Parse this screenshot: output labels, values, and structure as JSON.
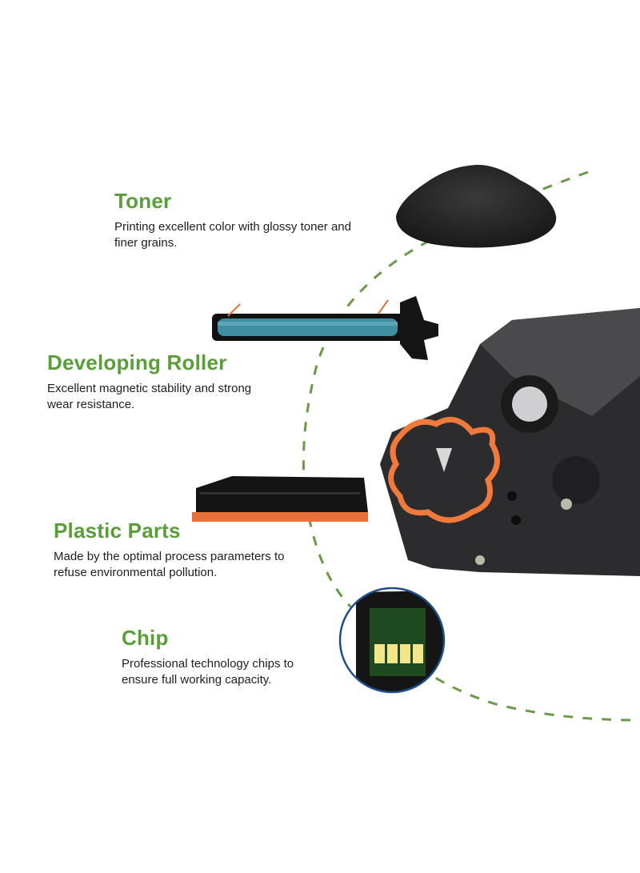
{
  "colors": {
    "accent_green": "#5a9e3a",
    "dashed_line": "#6b9a4a",
    "text": "#1e1e1e",
    "orange": "#f07a3c",
    "roller_teal": "#3f8fa3",
    "chip_circle": "#1e4e8a",
    "chip_gold": "#f3e58a"
  },
  "features": [
    {
      "id": "toner",
      "title": "Toner",
      "description_lines": [
        "Printing excellent color with glossy toner and",
        "finer grains."
      ],
      "image_icon": "toner-powder-pile"
    },
    {
      "id": "developing-roller",
      "title": "Developing Roller",
      "description_lines": [
        "Excellent magnetic stability and strong",
        "wear resistance."
      ],
      "image_icon": "developing-roller"
    },
    {
      "id": "plastic-parts",
      "title": "Plastic Parts",
      "description_lines": [
        "Made by the optimal process parameters to",
        "refuse environmental pollution."
      ],
      "image_icon": "toner-cartridge"
    },
    {
      "id": "chip",
      "title": "Chip",
      "description_lines": [
        "Professional technology chips to",
        "ensure full working capacity."
      ],
      "image_icon": "cartridge-chip"
    }
  ],
  "center_image": {
    "icon": "toner-cartridge-closeup"
  }
}
